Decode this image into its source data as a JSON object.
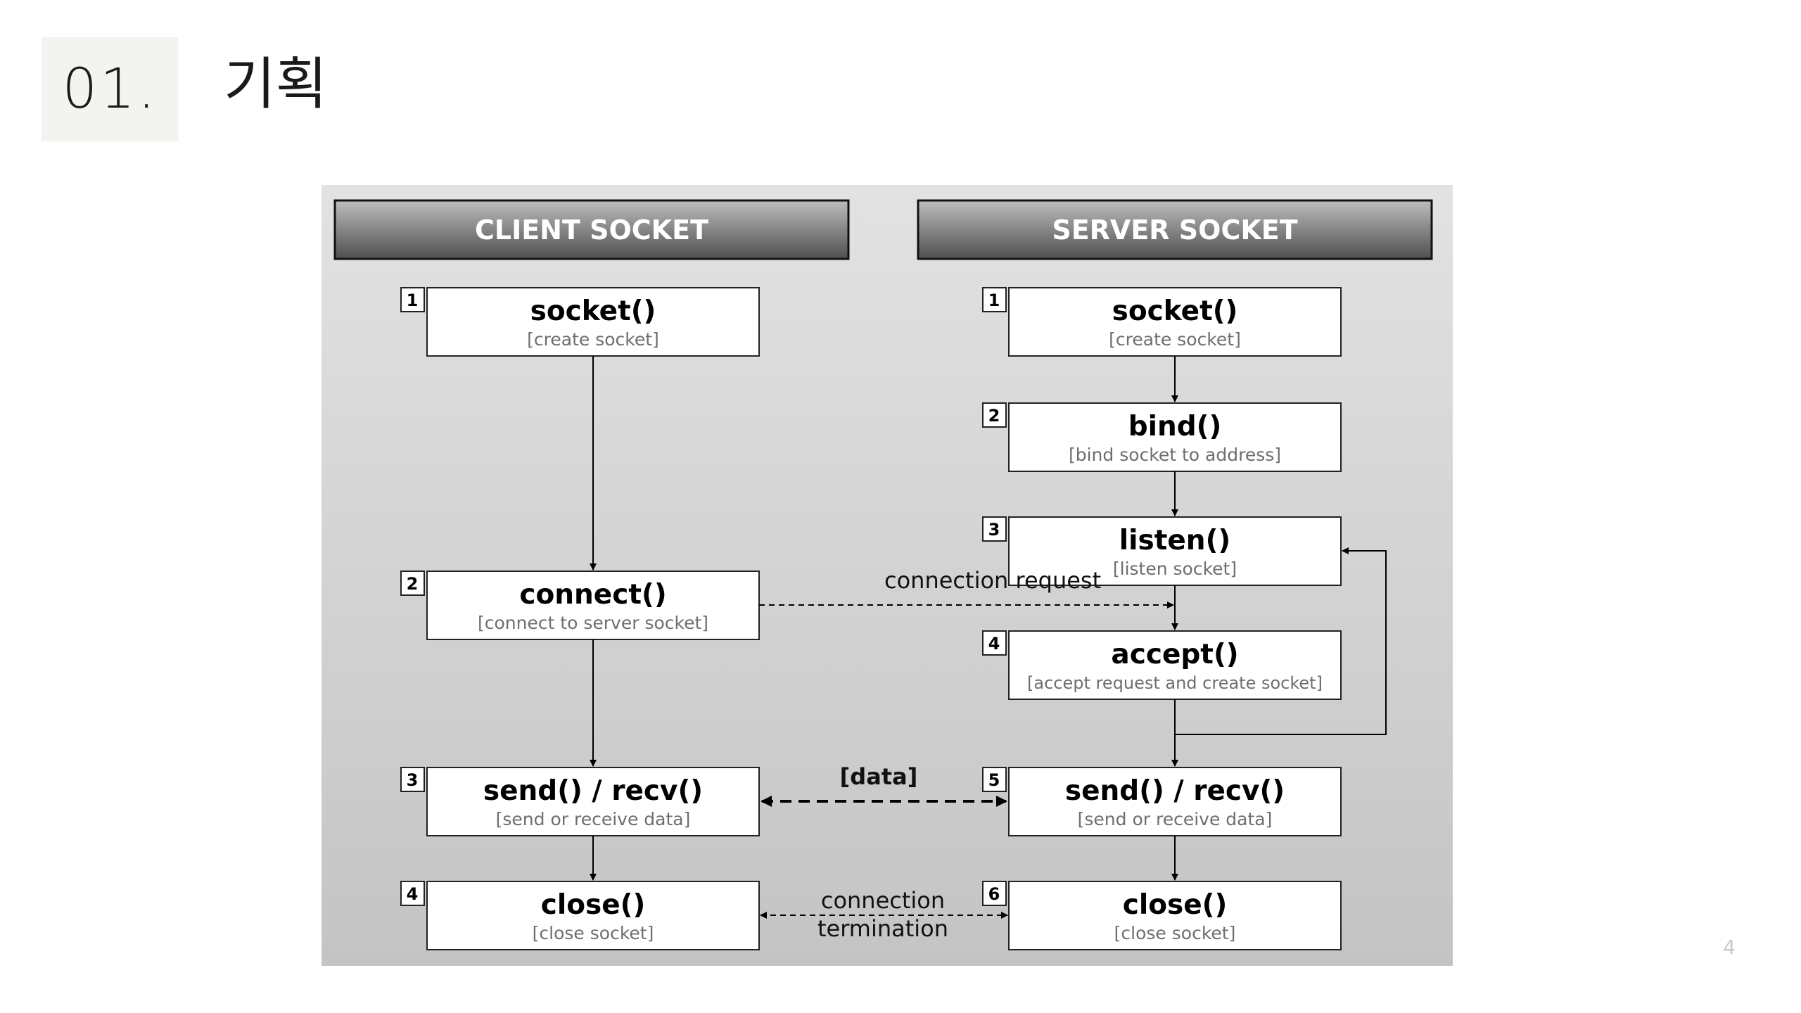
{
  "header": {
    "section_number": "01.",
    "title": "기획"
  },
  "page_number": "4",
  "diagram": {
    "columns": {
      "client": "CLIENT SOCKET",
      "server": "SERVER SOCKET"
    },
    "client_steps": [
      {
        "step": "1",
        "function": "socket()",
        "description": "[create socket]"
      },
      {
        "step": "2",
        "function": "connect()",
        "description": "[connect to server socket]"
      },
      {
        "step": "3",
        "function": "send() / recv()",
        "description": "[send or receive data]"
      },
      {
        "step": "4",
        "function": "close()",
        "description": "[close socket]"
      }
    ],
    "server_steps": [
      {
        "step": "1",
        "function": "socket()",
        "description": "[create socket]"
      },
      {
        "step": "2",
        "function": "bind()",
        "description": "[bind socket to address]"
      },
      {
        "step": "3",
        "function": "listen()",
        "description": "[listen socket]"
      },
      {
        "step": "4",
        "function": "accept()",
        "description": "[accept request and create socket]"
      },
      {
        "step": "5",
        "function": "send() / recv()",
        "description": "[send or receive data]"
      },
      {
        "step": "6",
        "function": "close()",
        "description": "[close socket]"
      }
    ],
    "connectors": {
      "connection_request": "connection request",
      "data": "[data]",
      "termination_line1": "connection",
      "termination_line2": "termination"
    },
    "colors": {
      "panel_top": "#e2e2e2",
      "panel_bottom": "#c4c4c4",
      "header_top": "#bdbdbd",
      "header_bottom": "#4f4f4f"
    }
  }
}
